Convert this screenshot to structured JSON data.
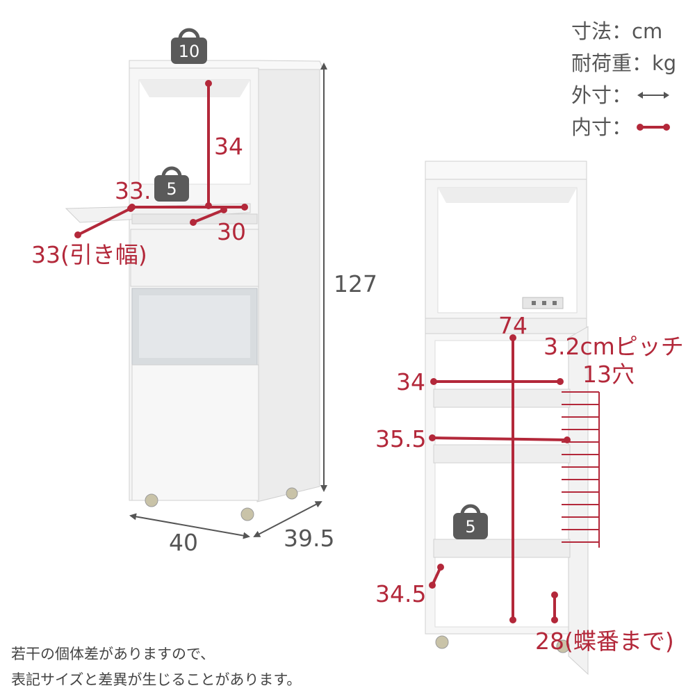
{
  "legend": {
    "unit_label": "寸法：cm",
    "load_label": "耐荷重：kg",
    "outer_label": "外寸：",
    "inner_label": "内寸："
  },
  "colors": {
    "inner_dim": "#b3283a",
    "outer_dim": "#555555",
    "weight_tag": "#5a5a5a",
    "cabinet": "#f6f6f6",
    "cabinet_edge": "#d0d0d0"
  },
  "left_unit": {
    "top_weight": "10",
    "tray_weight": "5",
    "top_inner_height": "34",
    "tray_width": "33.",
    "tray_pull_width": "33(引き幅)",
    "tray_depth": "30",
    "total_height": "127",
    "width": "40",
    "depth": "39.5"
  },
  "right_unit": {
    "inner_height": "74",
    "shelf_pitch": "3.2cmピッチ",
    "hole_count": "13穴",
    "inner_width_upper": "34",
    "inner_depth": "35.5",
    "shelf_weight": "5",
    "bottom_width": "34.5",
    "hinge_width": "28(蝶番まで)"
  },
  "notes": {
    "line1": "若干の個体差がありますので、",
    "line2": "表記サイズと差異が生じることがあります。"
  }
}
